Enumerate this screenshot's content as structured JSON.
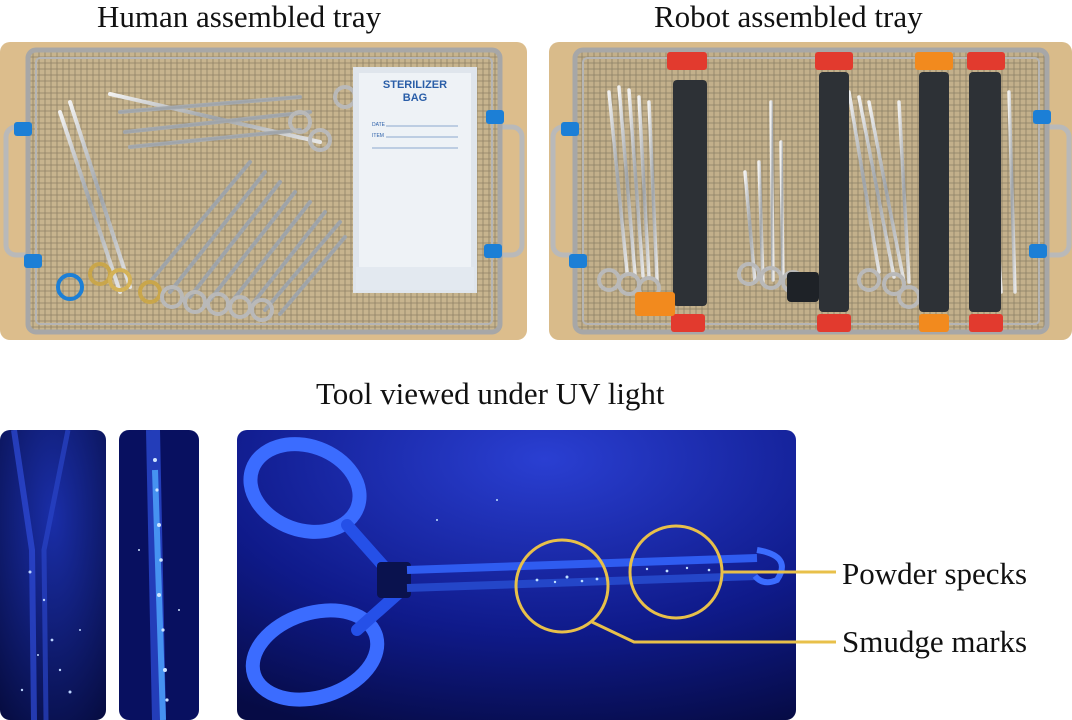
{
  "captions": {
    "human_tray": "Human assembled tray",
    "robot_tray": "Robot assembled tray",
    "uv_section": "Tool viewed under UV light"
  },
  "bag": {
    "title_line1": "STERILIZER",
    "title_line2": "BAG",
    "date_label": "DATE",
    "item_label": "ITEM"
  },
  "annotations": {
    "powder": "Powder specks",
    "smudge": "Smudge marks"
  },
  "colors": {
    "annotation": "#e8c04a",
    "uv_background": "#0a0f5a",
    "tray_background": "#d9b98a",
    "gripper_red": "#e23a2e",
    "gripper_orange": "#f28a1e"
  }
}
